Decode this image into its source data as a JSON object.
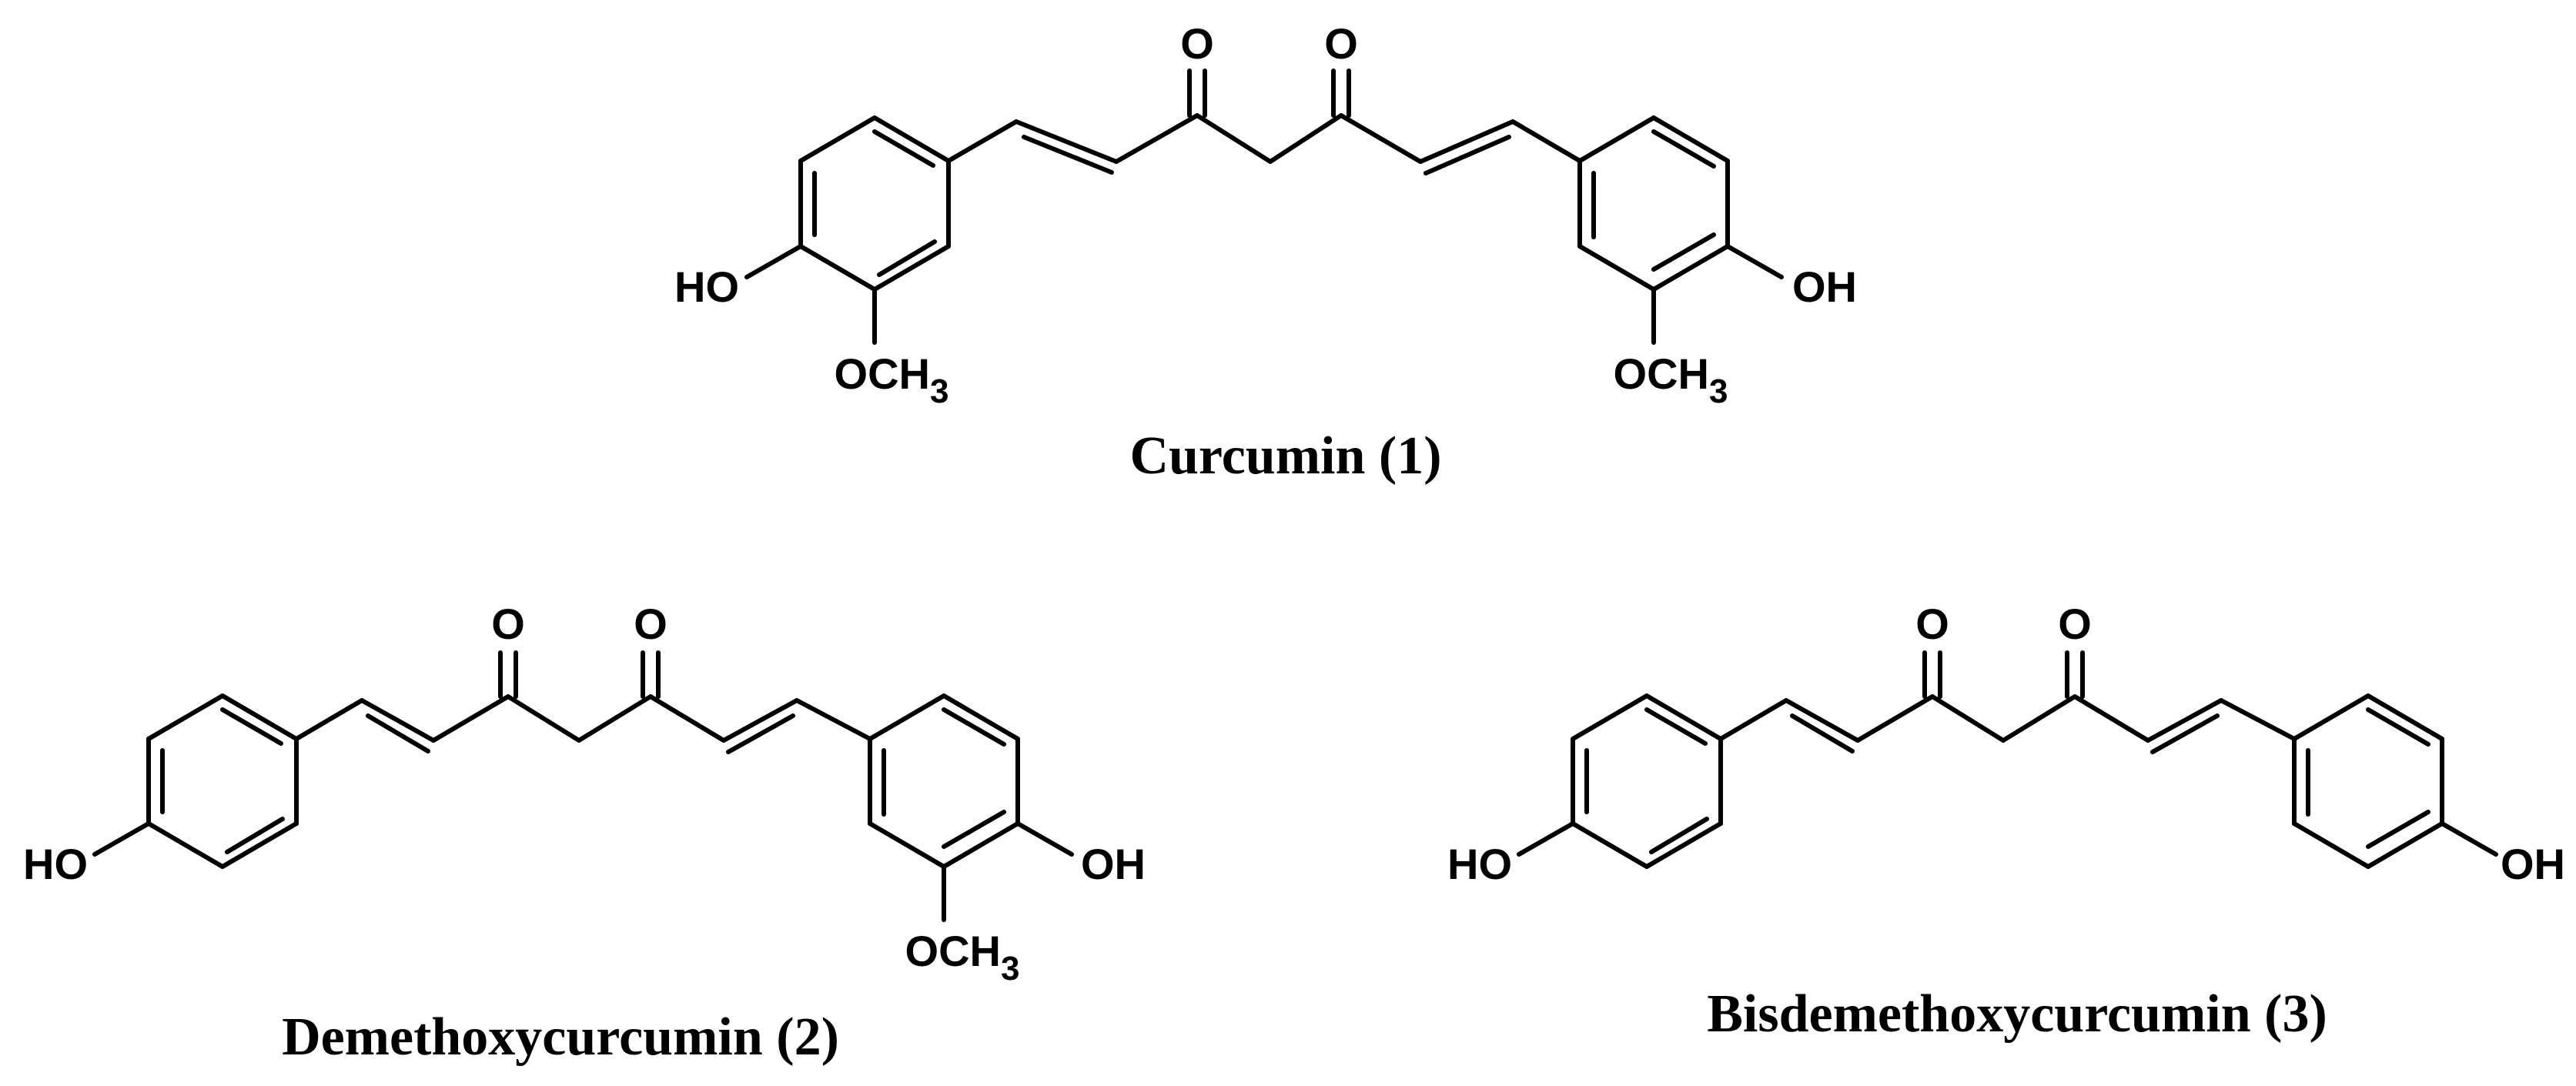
{
  "molecules": [
    {
      "caption": "Curcumin (1)",
      "left_aryl": {
        "oh": "HO",
        "ome": "OCH",
        "ome_sub": "3"
      },
      "right_aryl": {
        "oh": "OH",
        "ome": "OCH",
        "ome_sub": "3"
      },
      "carbonyl_left": "O",
      "carbonyl_right": "O"
    },
    {
      "caption": "Demethoxycurcumin (2)",
      "left_aryl": {
        "oh": "HO"
      },
      "right_aryl": {
        "oh": "OH",
        "ome": "OCH",
        "ome_sub": "3"
      },
      "carbonyl_left": "O",
      "carbonyl_right": "O"
    },
    {
      "caption": "Bisdemethoxycurcumin (3)",
      "left_aryl": {
        "oh": "HO"
      },
      "right_aryl": {
        "oh": "OH"
      },
      "carbonyl_left": "O",
      "carbonyl_right": "O"
    }
  ]
}
